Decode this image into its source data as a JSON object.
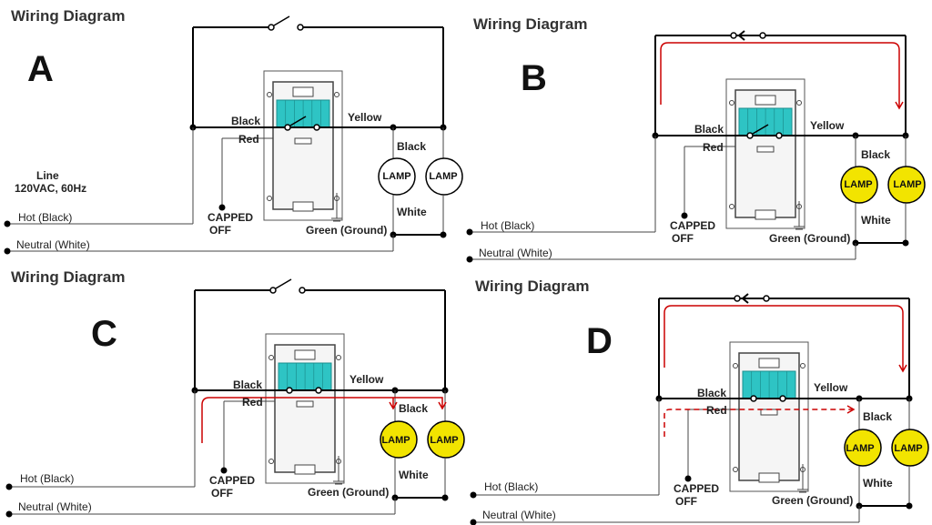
{
  "colors": {
    "wire": "#000000",
    "thin_wire": "#444444",
    "arrow": "#cc0000",
    "teal": "#2ec4c4",
    "lamp_off": "#ffffff",
    "lamp_on": "#f2e400",
    "plate": "#f5f5f5"
  },
  "common": {
    "title": "Wiring Diagram",
    "black": "Black",
    "yellow": "Yellow",
    "red": "Red",
    "white": "White",
    "lamp": "LAMP",
    "ground": "Green (Ground)",
    "capped_1": "CAPPED",
    "capped_2": "OFF",
    "hot": "Hot (Black)",
    "neutral": "Neutral (White)",
    "line_1": "Line",
    "line_2": "120VAC, 60Hz"
  },
  "panels": [
    {
      "id": "A",
      "letter": "A",
      "lamps_on": false,
      "flow": "none"
    },
    {
      "id": "B",
      "letter": "B",
      "lamps_on": true,
      "flow": "switch"
    },
    {
      "id": "C",
      "letter": "C",
      "lamps_on": true,
      "flow": "sensor"
    },
    {
      "id": "D",
      "letter": "D",
      "lamps_on": true,
      "flow": "both"
    }
  ]
}
